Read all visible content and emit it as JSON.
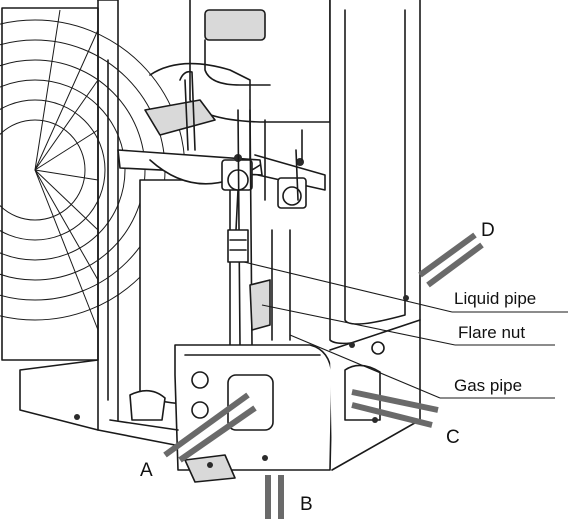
{
  "labels": {
    "a": "A",
    "b": "B",
    "c": "C",
    "d": "D",
    "liquid_pipe": "Liquid pipe",
    "flare_nut": "Flare nut",
    "gas_pipe": "Gas pipe"
  },
  "colors": {
    "line": "#1a1a1a",
    "pipe": "#6a6a6a",
    "background": "#ffffff"
  }
}
